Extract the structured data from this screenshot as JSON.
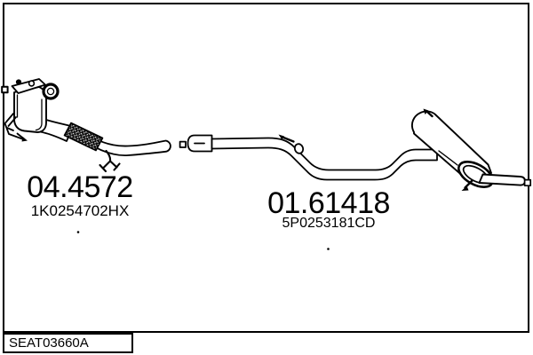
{
  "window": {
    "background": "#ffffff",
    "line_color": "#000000"
  },
  "labels": {
    "front_section": {
      "code": "04.4572",
      "part_number": "1K0254702HX"
    },
    "rear_section": {
      "code": "01.61418",
      "part_number": "5P0253181CD"
    }
  },
  "reference": {
    "drawing_id": "SEAT03660A"
  },
  "diagram": {
    "type": "exhaust-system-line-drawing",
    "components": [
      "catalytic-converter",
      "inlet-flange-ring",
      "mounting-bracket",
      "flex-pipe-section",
      "front-pipe",
      "pipe-connector-square",
      "clamp-sleeve",
      "center-pipe-s-bend",
      "rubber-hanger-fork",
      "rubber-hanger-hook",
      "rear-silencer",
      "silencer-end-cap",
      "hanger-pin-top",
      "hanger-pin-bottom",
      "tailpipe",
      "edge-marker-left",
      "edge-marker-right"
    ]
  }
}
